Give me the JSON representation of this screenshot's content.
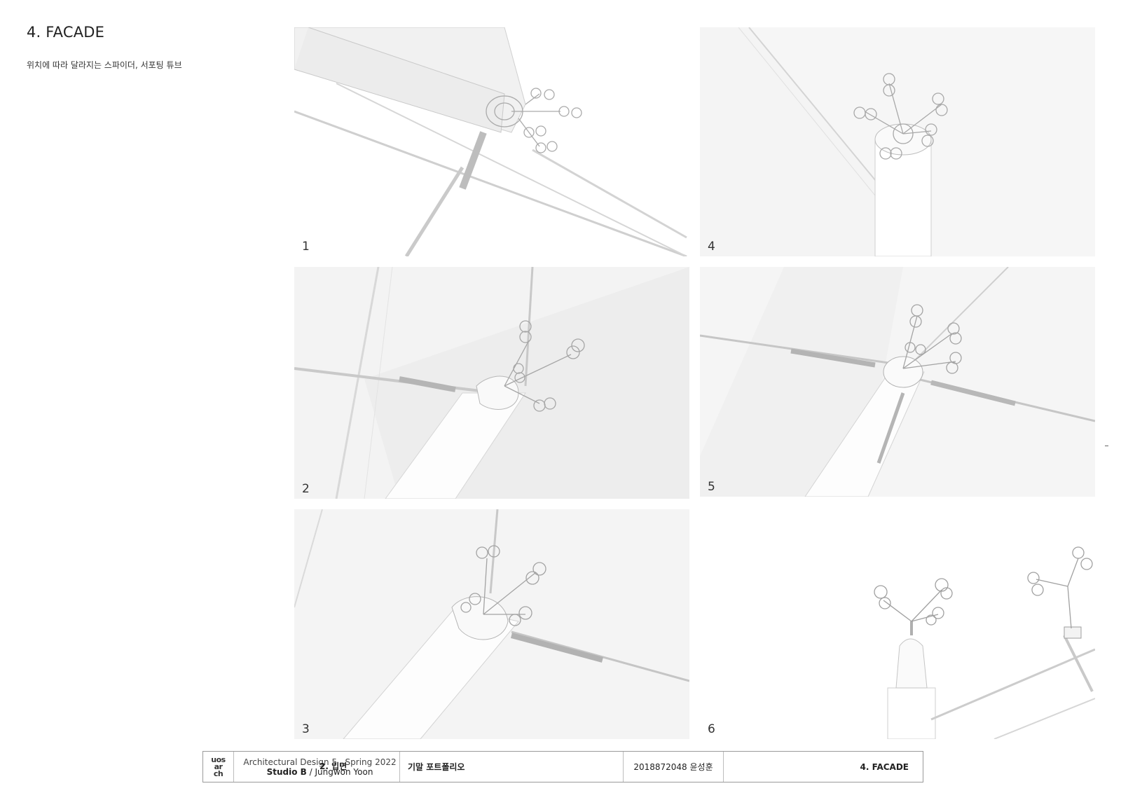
{
  "header": {
    "title": "4. FACADE",
    "subtitle": "위치에 따라 달라지는 스파이더, 서포팅 튜브"
  },
  "panels": [
    {
      "number": "1",
      "content": "spider-fitting-render"
    },
    {
      "number": "2",
      "content": "spider-fitting-render"
    },
    {
      "number": "3",
      "content": "spider-fitting-render"
    },
    {
      "number": "4",
      "content": "spider-fitting-render"
    },
    {
      "number": "5",
      "content": "spider-fitting-render"
    },
    {
      "number": "6",
      "content": "spider-fitting-render"
    }
  ],
  "footer": {
    "logo_lines": [
      "uos",
      "ar",
      "ch"
    ],
    "course_line1": "Architectural Design 5 , Spring 2022",
    "course_studio": "Studio B",
    "course_instructor": " / Jungwon Yoon",
    "overlay_text": "2. 입면",
    "doc_title": "기말 포트폴리오",
    "student": "2018872048 윤성훈",
    "section": "4. FACADE"
  },
  "colors": {
    "line": "#bdbdbd",
    "tube": "#ececec",
    "text": "#222222"
  }
}
